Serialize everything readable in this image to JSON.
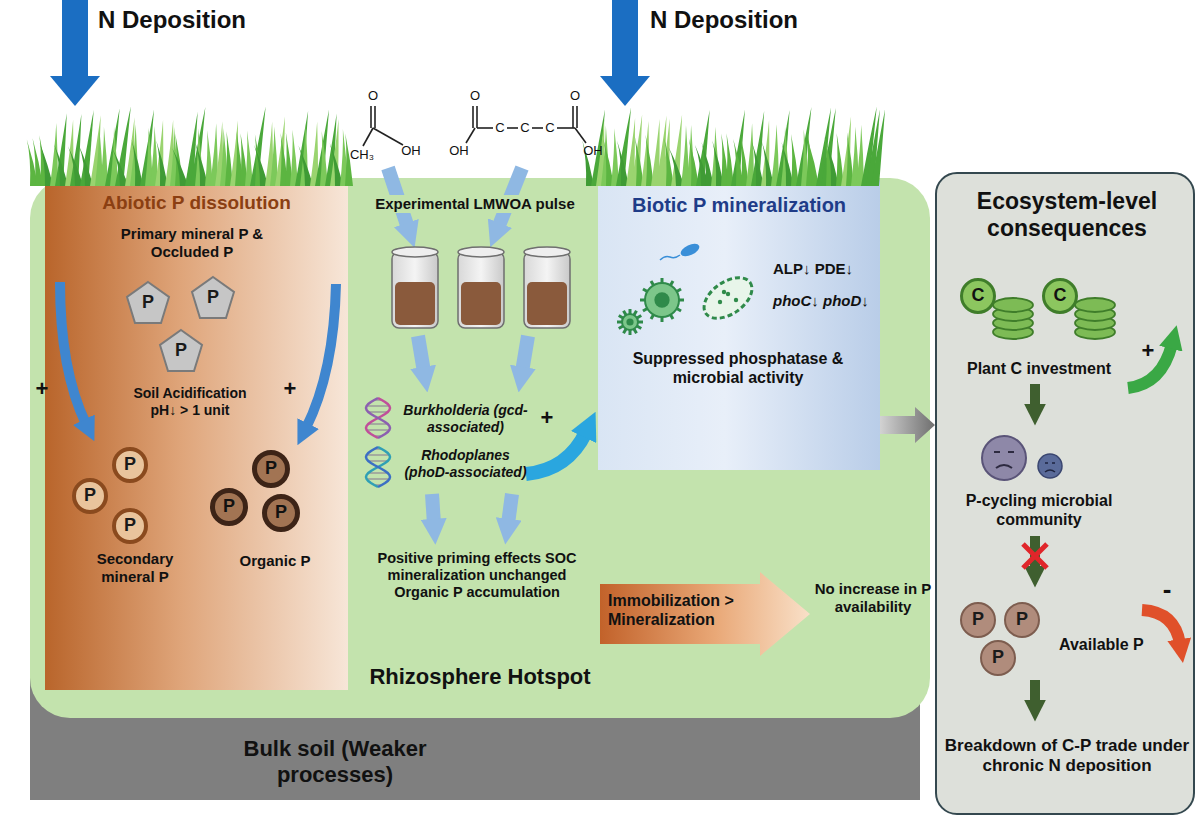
{
  "diagram": {
    "nodes": [
      {
        "text": [
          "Rhizosphere Hotspot"
        ]
      },
      {
        "text": [
          "Bulk soil (Weaker processes)"
        ]
      },
      {
        "text": [
          "Abiotic P dissolution",
          "Primary mineral P & Occluded P",
          "Soil Acidification pH↓ > 1 unit",
          "Secondary mineral P",
          "Organic P"
        ],
        "in": 0
      },
      {
        "text": [
          "P"
        ],
        "in": 2
      },
      {
        "text": [
          "P"
        ],
        "in": 2
      },
      {
        "text": [
          "P"
        ],
        "in": 2
      },
      {
        "text": [
          "P"
        ],
        "in": 2
      },
      {
        "text": [
          "P"
        ],
        "in": 2
      },
      {
        "text": [
          "P"
        ],
        "in": 2
      },
      {
        "text": [
          "P"
        ],
        "in": 2
      },
      {
        "text": [
          "P"
        ],
        "in": 2
      },
      {
        "text": [
          "P"
        ],
        "in": 2
      },
      {
        "text": [
          "Biotic P mineralization",
          "ALP↓ PDE↓",
          "phoC↓ phoD↓",
          "Suppressed phosphatase & microbial activity"
        ],
        "in": 0
      },
      {
        "text": [
          "Immobilization > Mineralization"
        ],
        "in": 0
      },
      {
        "text": [
          "Ecosystem-level consequences",
          "Plant C investment",
          "P-cycling microbial community",
          "Available P",
          "Breakdown of C-P trade under chronic N deposition"
        ]
      },
      {
        "text": [
          "C"
        ],
        "in": 14
      },
      {
        "text": [
          "C"
        ],
        "in": 14
      },
      {
        "text": [
          "P"
        ],
        "in": 14
      },
      {
        "text": [
          "P"
        ],
        "in": 14
      },
      {
        "text": [
          "P"
        ],
        "in": 14
      }
    ],
    "edges": [
      {
        "from": 12,
        "to": 14,
        "arrow": "to"
      }
    ],
    "labels": [
      "N Deposition",
      "N Deposition",
      "O",
      "CH₃",
      "OH",
      "O",
      "OH",
      "C",
      "C",
      "C",
      "O",
      "OH",
      "+",
      "+",
      "Experimental LMWOA pulse",
      "Burkholderia (gcd-associated)",
      "Rhodoplanes (phoD-associated)",
      "+",
      "Positive priming effects SOC mineralization unchanged Organic P accumulation",
      "No increase in P availability",
      "+",
      "-"
    ]
  }
}
